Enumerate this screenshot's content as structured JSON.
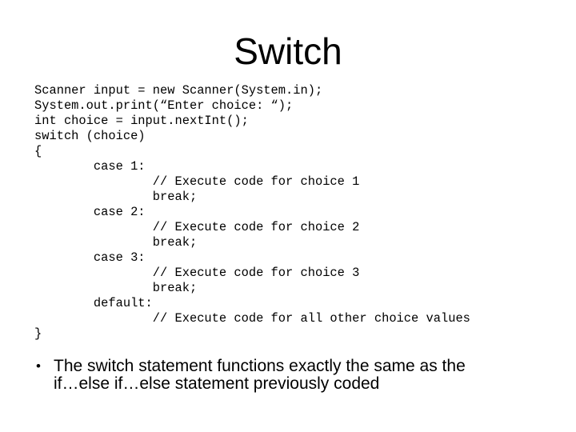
{
  "slide": {
    "title": "Switch",
    "code": "Scanner input = new Scanner(System.in);\nSystem.out.print(“Enter choice: “);\nint choice = input.nextInt();\nswitch (choice)\n{\n        case 1:\n                // Execute code for choice 1\n                break;\n        case 2:\n                // Execute code for choice 2\n                break;\n        case 3:\n                // Execute code for choice 3\n                break;\n        default:\n                // Execute code for all other choice values\n}",
    "bullet": {
      "marker": "•",
      "text": "The switch statement functions exactly the same as the if…else if…else statement previously coded",
      "lines": [
        "The switch statement functions exactly the same as the",
        "if…else if…else statement previously coded"
      ]
    }
  },
  "colors": {
    "background": "#ffffff",
    "text": "#000000"
  }
}
